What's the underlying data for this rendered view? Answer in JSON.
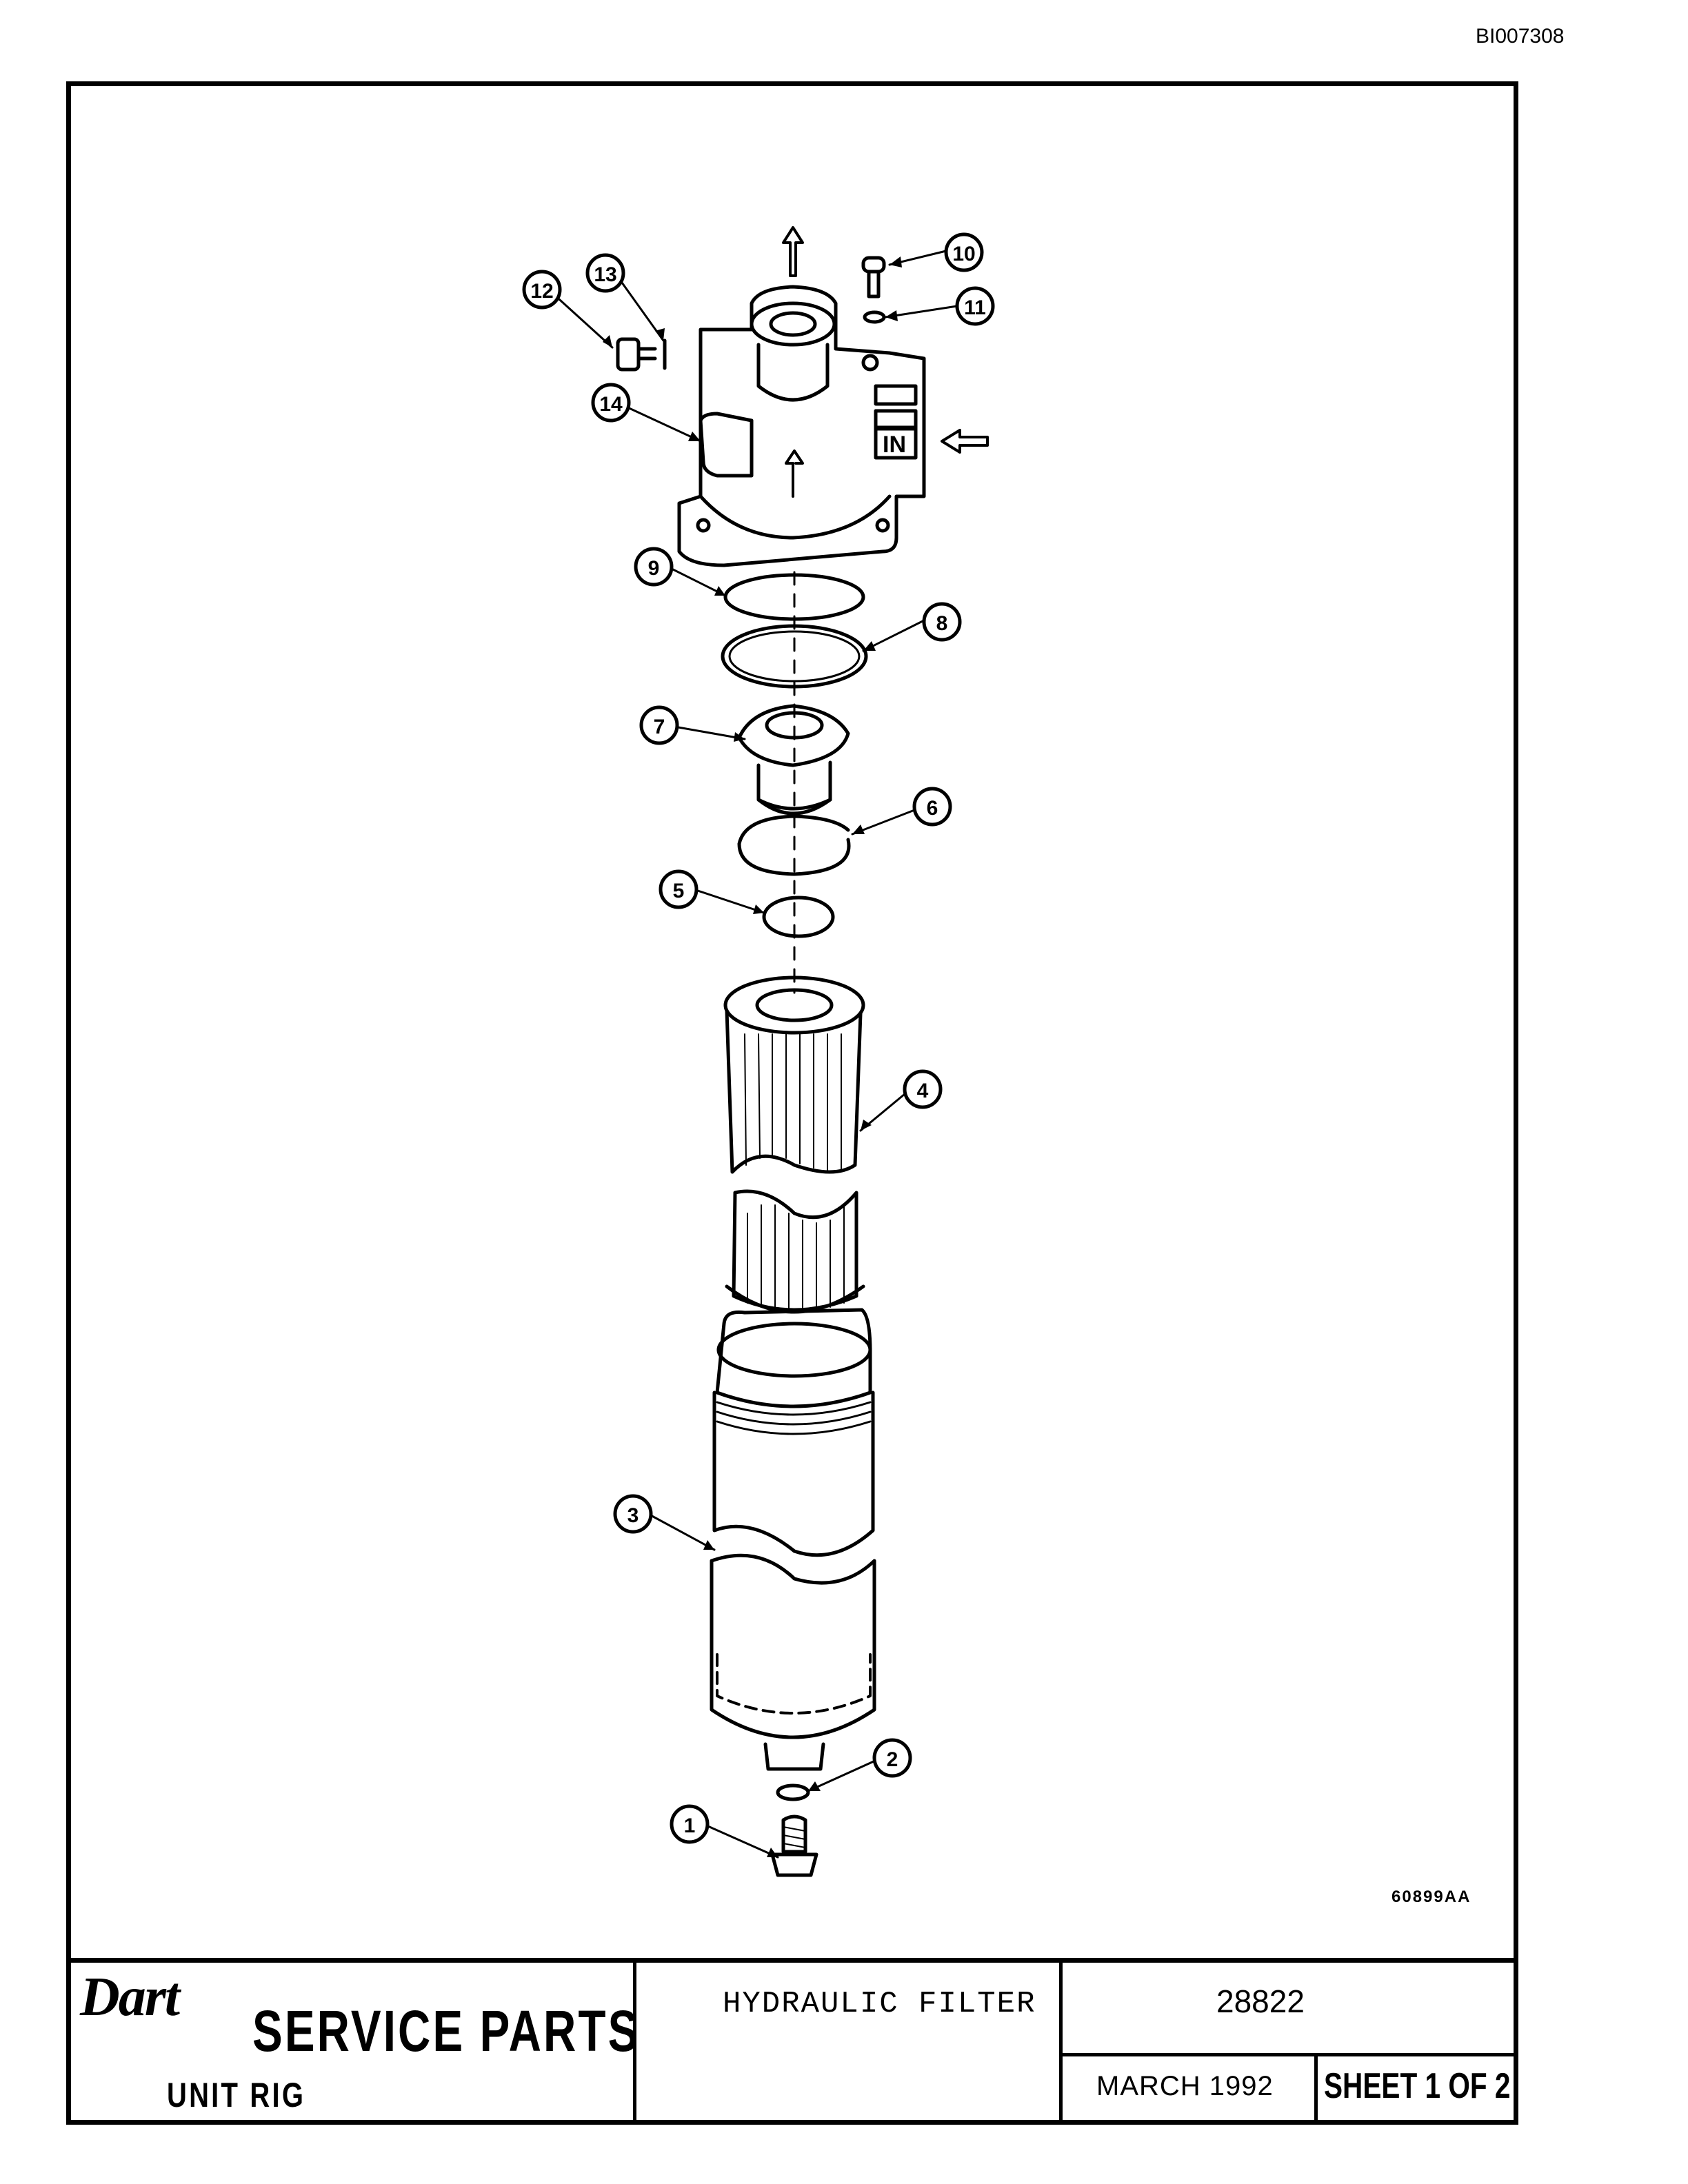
{
  "document_id": "BI007308",
  "figure_code": "60899AA",
  "callouts": [
    "1",
    "2",
    "3",
    "4",
    "5",
    "6",
    "7",
    "8",
    "9",
    "10",
    "11",
    "12",
    "13",
    "14"
  ],
  "housing_inlet_label": "IN",
  "title_block": {
    "logo": "Dart",
    "service_parts": "SERVICE PARTS",
    "unit_rig": "UNIT RIG",
    "title": "HYDRAULIC FILTER",
    "number": "28822",
    "date": "MARCH 1992",
    "sheet": "SHEET 1 OF 2"
  }
}
